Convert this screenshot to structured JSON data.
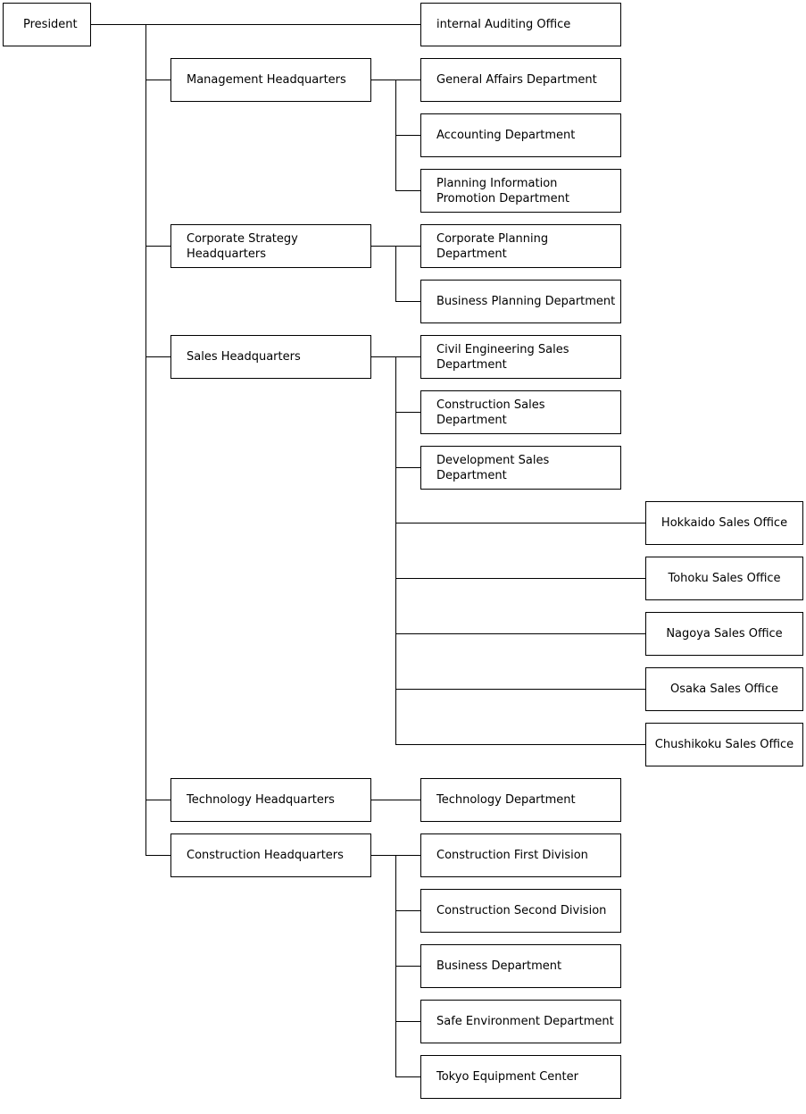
{
  "org_chart": {
    "president": "President",
    "auditing": "internal Auditing Office",
    "headquarters": [
      {
        "name": "Management Headquarters",
        "units": [
          "General Affairs Department",
          "Accounting Department",
          "Planning Information Promotion Department"
        ]
      },
      {
        "name": "Corporate Strategy Headquarters",
        "units": [
          "Corporate Planning Department",
          "Business Planning Department"
        ]
      },
      {
        "name": "Sales Headquarters",
        "units": [
          "Civil Engineering Sales Department",
          "Construction Sales Department",
          "Development Sales Department"
        ],
        "offices": [
          "Hokkaido Sales Office",
          "Tohoku Sales Office",
          "Nagoya Sales Office",
          "Osaka Sales Office",
          "Chushikoku Sales Office"
        ]
      },
      {
        "name": "Technology Headquarters",
        "units": [
          "Technology Department"
        ]
      },
      {
        "name": "Construction Headquarters",
        "units": [
          "Construction First Division",
          "Construction Second Division",
          "Business Department",
          "Safe Environment Department",
          "Tokyo Equipment Center"
        ]
      }
    ]
  }
}
